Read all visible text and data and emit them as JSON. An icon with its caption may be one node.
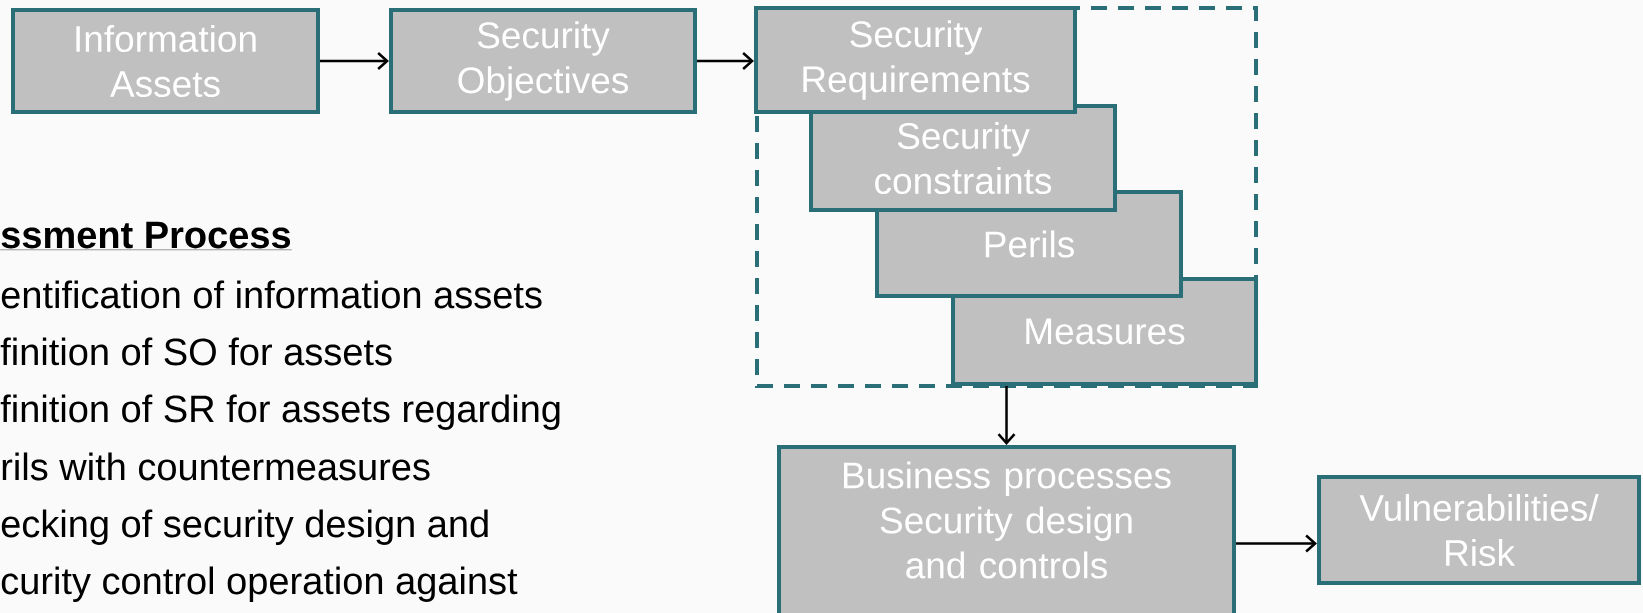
{
  "diagram": {
    "nodes": [
      {
        "text": [
          "Information Assets"
        ]
      },
      {
        "text": [
          "Security Objectives"
        ]
      },
      {
        "text": [
          "Security Requirements"
        ]
      },
      {
        "text": [
          "Security constraints"
        ]
      },
      {
        "text": [
          "Perils"
        ]
      },
      {
        "text": [
          "Measures"
        ]
      },
      {
        "text": [
          "Business processes Security design and controls"
        ]
      },
      {
        "text": [
          "Vulnerabilities/ Risk"
        ]
      }
    ],
    "edges": [
      {
        "from": 0,
        "to": 1,
        "arrow": "to"
      },
      {
        "from": 1,
        "to": 2,
        "arrow": "to"
      },
      {
        "from": 5,
        "to": 6,
        "arrow": "to"
      },
      {
        "from": 6,
        "to": 7,
        "arrow": "to"
      }
    ],
    "labels": [
      "ssment Process",
      "entification of information assets",
      "finition of SO for assets",
      "finition of SR for assets regarding",
      "rils with countermeasures",
      "ecking of security design and",
      "curity control operation against"
    ]
  }
}
